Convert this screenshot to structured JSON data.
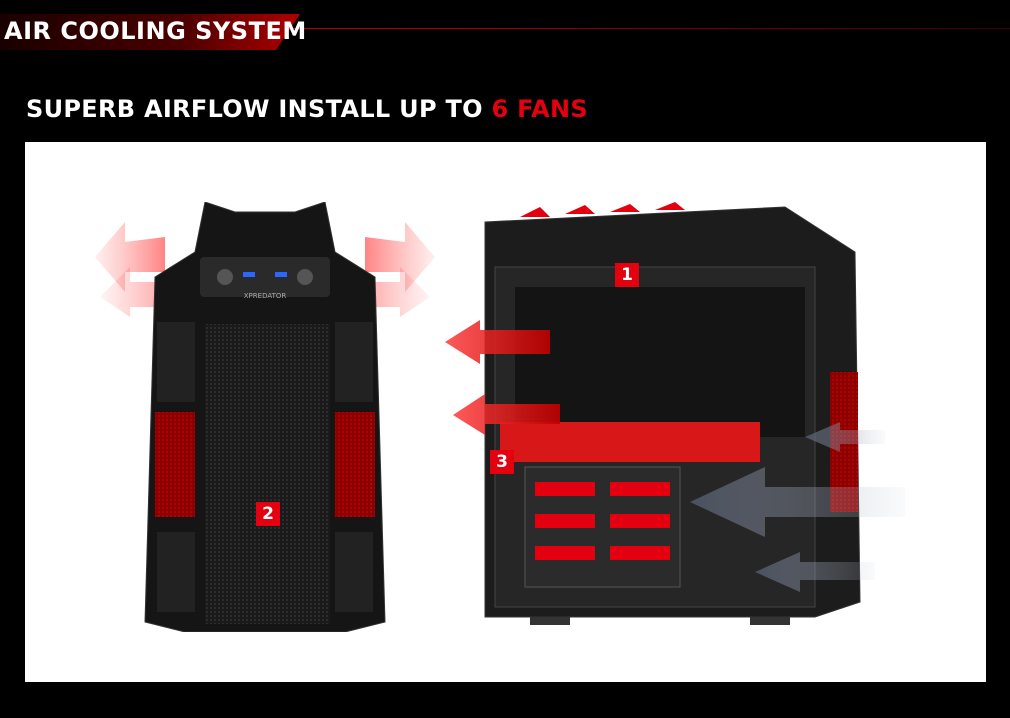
{
  "header": {
    "title": "AIR COOLING SYSTEM"
  },
  "headline": {
    "prefix": "SUPERB AIRFLOW INSTALL UP TO ",
    "accent": "6 FANS"
  },
  "callouts": {
    "fan_top": "1",
    "fan_front": "2",
    "fan_hdd": "3"
  },
  "product": {
    "front_brand": "XPREDATOR"
  },
  "colors": {
    "accent": "#e3000f",
    "background": "#000000",
    "panel": "#ffffff"
  },
  "icons": [
    "airflow-arrow-icon",
    "usb-port-icon",
    "knob-icon"
  ]
}
